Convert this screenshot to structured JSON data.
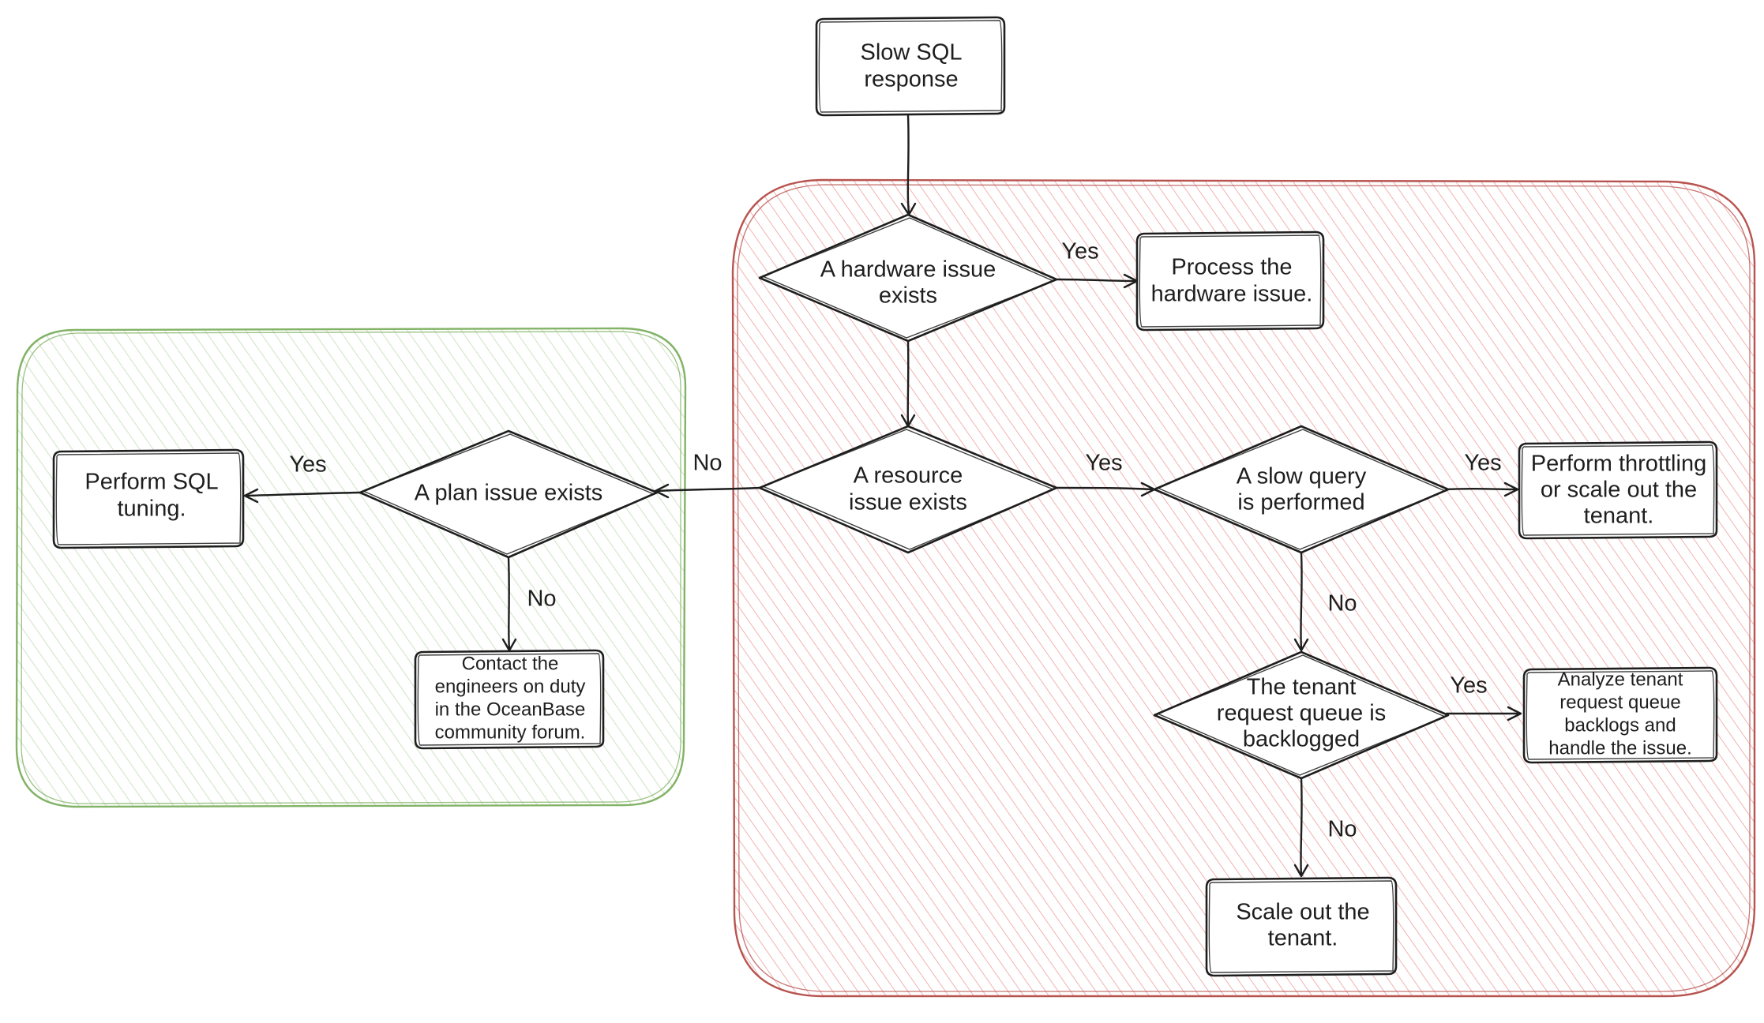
{
  "nodes": {
    "start": [
      "Slow SQL",
      "response"
    ],
    "hardware_q": [
      "A hardware issue",
      "exists"
    ],
    "hardware_a": [
      "Process the",
      "hardware issue."
    ],
    "resource_q": [
      "A resource",
      "issue exists"
    ],
    "plan_q": [
      "A plan issue exists"
    ],
    "sql_tuning": [
      "Perform SQL",
      "tuning."
    ],
    "contact": [
      "Contact the",
      "engineers on duty",
      "in the OceanBase",
      "community forum."
    ],
    "slow_query_q": [
      "A slow query",
      "is performed"
    ],
    "throttling": [
      "Perform throttling",
      "or scale out the",
      "tenant."
    ],
    "backlog_q": [
      "The tenant",
      "request queue is",
      "backlogged"
    ],
    "analyze": [
      "Analyze tenant",
      "request queue",
      "backlogs and",
      "handle the issue."
    ],
    "scale_out": [
      "Scale out the",
      "tenant."
    ]
  },
  "edge_labels": {
    "hardware_yes": "Yes",
    "resource_no": "No",
    "resource_yes": "Yes",
    "plan_yes": "Yes",
    "plan_no": "No",
    "slow_yes": "Yes",
    "slow_no": "No",
    "backlog_yes": "Yes",
    "backlog_no": "No"
  },
  "colors": {
    "green_region": "#82b366",
    "red_region": "#b85450",
    "green_hatch": "#d5e8d4",
    "red_hatch": "#f4b8b8",
    "ink": "#1e1e1e"
  }
}
